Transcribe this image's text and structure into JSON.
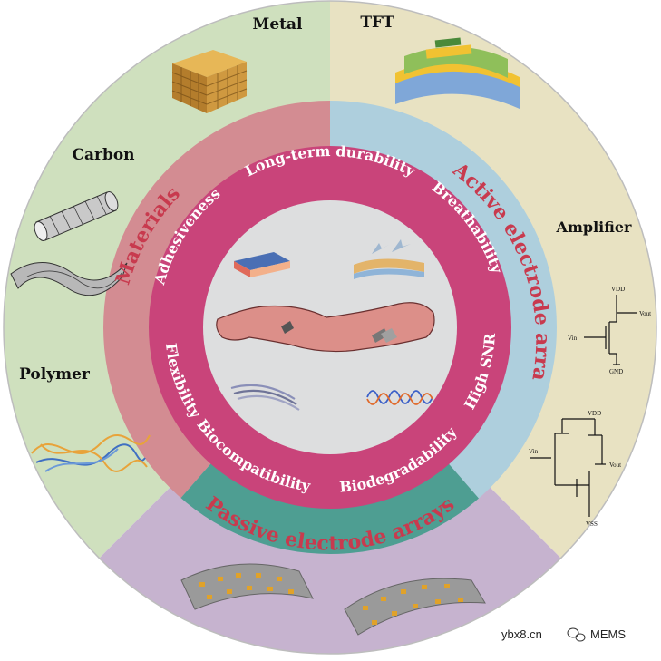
{
  "outer_sectors": {
    "metal": "Metal",
    "tft": "TFT",
    "carbon": "Carbon",
    "amplifier": "Amplifier",
    "polymer": "Polymer"
  },
  "middle_ring": {
    "materials": "Materials",
    "active": "Active electrode arrays",
    "passive": "Passive electrode arrays"
  },
  "properties": {
    "long_term": "Long-term durability",
    "breathability": "Breathability",
    "high_snr": "High SNR",
    "biodegradability": "Biodegradability",
    "biocompatibility": "Biocompatibility",
    "flexibility": "Flexibility",
    "adhesiveness": "Adhesiveness"
  },
  "schematic": {
    "vdd": "VDD",
    "vout": "Vout",
    "vin": "Vin",
    "gnd": "GND",
    "vss": "VSS"
  },
  "watermark": {
    "site": "ybx8.cn",
    "brand": "MEMS"
  },
  "colors": {
    "materials_sector": "#cfe0be",
    "electronics_sector": "#e8e2c2",
    "passive_sector": "#c6b3cf",
    "materials_ring": "#d38c92",
    "active_ring": "#aecfdd",
    "passive_ring": "#4e9e92",
    "property_ring": "#c9447a",
    "center": "#dddedf",
    "ring_text": "#c83a4e"
  }
}
